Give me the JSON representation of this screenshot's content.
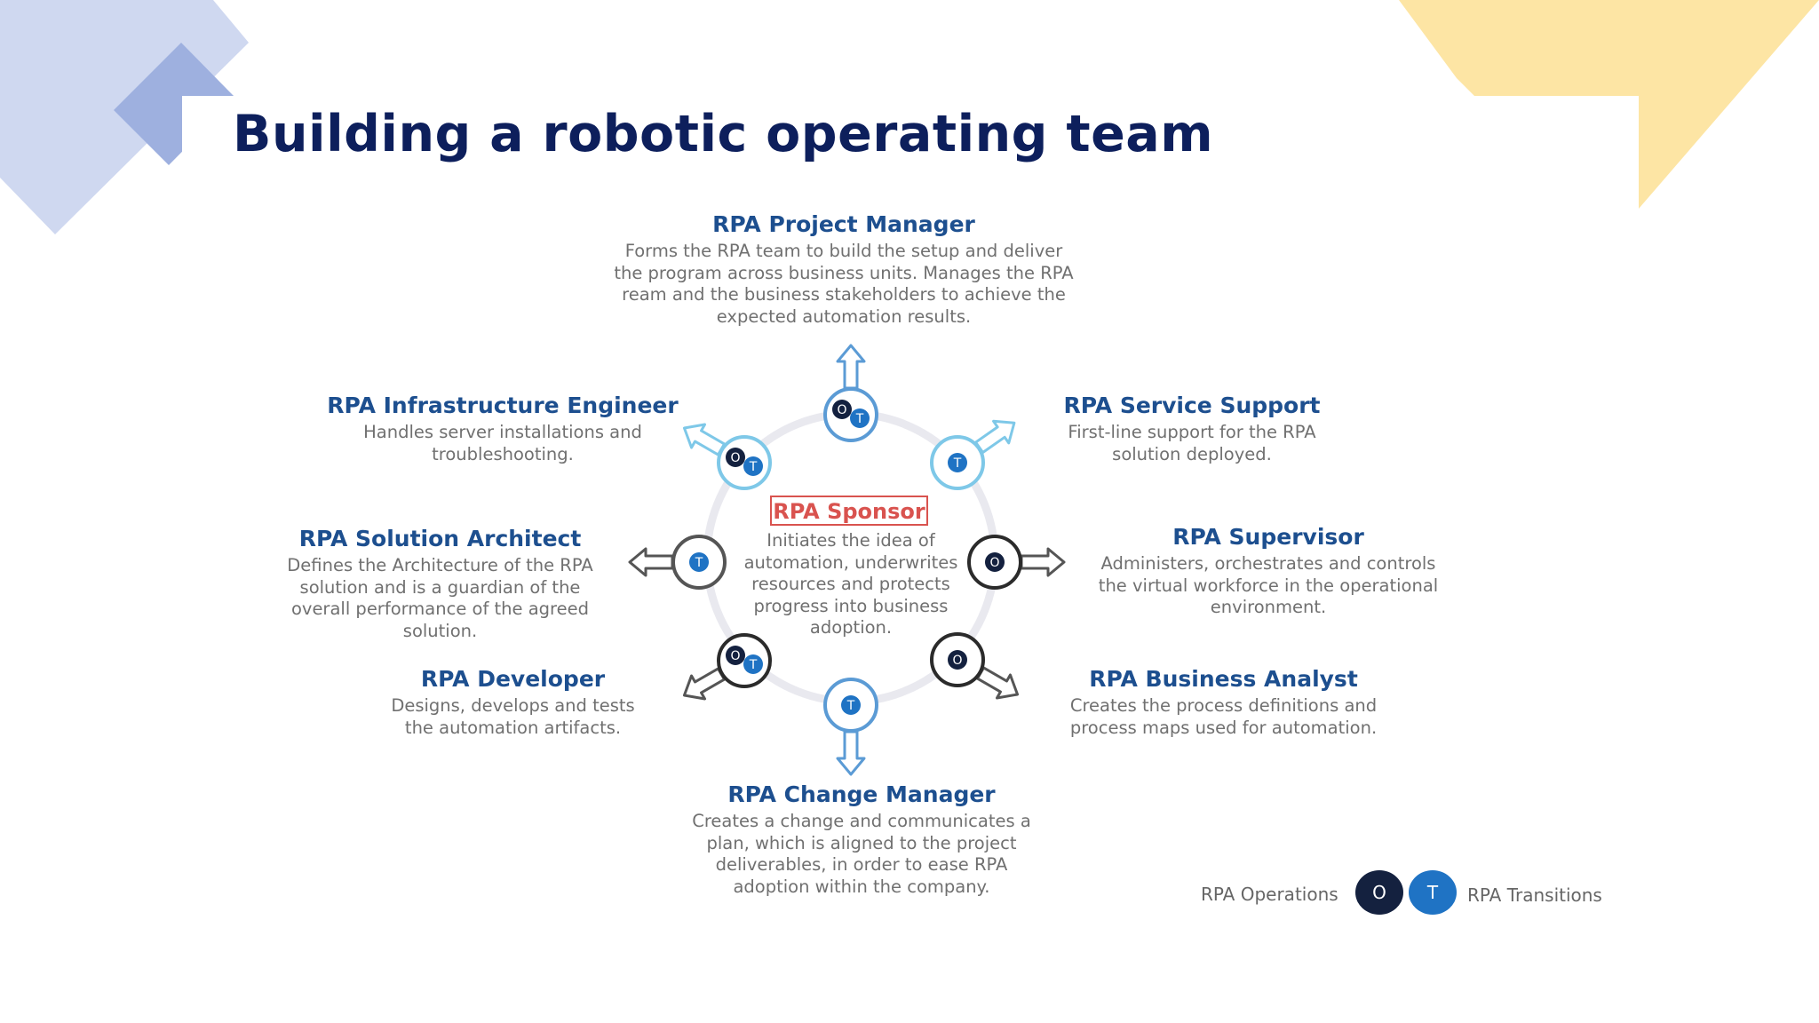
{
  "title": "Building a robotic operating team",
  "colors": {
    "title": "#0d1f5c",
    "role_title": "#1d4f8f",
    "description": "#707070",
    "operations_badge": "#14213f",
    "transitions_badge": "#1f73c4",
    "sponsor_accent": "#d9534f",
    "deco_blue": "#c9d3ee",
    "deco_blue_dark": "#a9b8e3",
    "deco_yellow": "#fbe3a0"
  },
  "sponsor": {
    "title": "RPA Sponsor",
    "description": "Initiates the idea of automation, underwrites resources and protects progress into business adoption."
  },
  "roles": [
    {
      "id": "project_manager",
      "title": "RPA Project Manager",
      "description": "Forms the RPA team to build the setup and deliver the program across business units. Manages the RPA ream and the business stakeholders to achieve the expected automation results.",
      "badges": [
        "O",
        "T"
      ],
      "arrow_icon": "arrow-up-icon"
    },
    {
      "id": "service_support",
      "title": "RPA Service Support",
      "description": "First-line support for the RPA solution deployed.",
      "badges": [
        "T"
      ],
      "arrow_icon": "arrow-up-right-icon"
    },
    {
      "id": "supervisor",
      "title": "RPA Supervisor",
      "description": "Administers, orchestrates and controls the virtual workforce in the operational environment.",
      "badges": [
        "O"
      ],
      "arrow_icon": "arrow-right-icon"
    },
    {
      "id": "business_analyst",
      "title": "RPA Business Analyst",
      "description": "Creates the process definitions and process maps used for automation.",
      "badges": [
        "O"
      ],
      "arrow_icon": "arrow-down-right-icon"
    },
    {
      "id": "change_manager",
      "title": "RPA Change Manager",
      "description": "Creates a change and communicates a plan, which is aligned to the project deliverables, in order to ease RPA adoption within the company.",
      "badges": [
        "T"
      ],
      "arrow_icon": "arrow-down-icon"
    },
    {
      "id": "developer",
      "title": "RPA Developer",
      "description": "Designs, develops and tests the automation artifacts.",
      "badges": [
        "O",
        "T"
      ],
      "arrow_icon": "arrow-down-left-icon"
    },
    {
      "id": "solution_architect",
      "title": "RPA Solution Architect",
      "description": "Defines the Architecture of the RPA solution and is a guardian of the overall performance of the agreed solution.",
      "badges": [
        "T"
      ],
      "arrow_icon": "arrow-left-icon"
    },
    {
      "id": "infrastructure_engineer",
      "title": "RPA Infrastructure Engineer",
      "description": "Handles server installations and troubleshooting.",
      "badges": [
        "O",
        "T"
      ],
      "arrow_icon": "arrow-up-left-icon"
    }
  ],
  "legend": {
    "operations": {
      "label": "RPA Operations",
      "letter": "O"
    },
    "transitions": {
      "label": "RPA Transitions",
      "letter": "T"
    }
  }
}
